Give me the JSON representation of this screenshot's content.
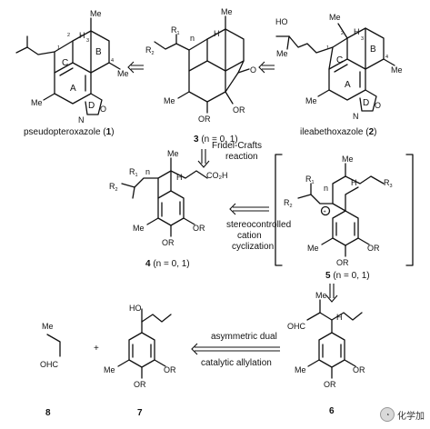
{
  "compounds": {
    "c1": {
      "name": "pseudopteroxazole",
      "number": "1"
    },
    "c2": {
      "name": "ileabethoxazole",
      "number": "2"
    },
    "c3": {
      "number": "3",
      "condition": "(n = 0, 1)"
    },
    "c4": {
      "number": "4",
      "condition": "(n = 0, 1)"
    },
    "c5": {
      "number": "5",
      "condition": "(n = 0, 1)"
    },
    "c6": {
      "number": "6"
    },
    "c7": {
      "number": "7"
    },
    "c8": {
      "number": "8"
    }
  },
  "reactions": {
    "friedel_crafts": [
      "Fridel-Crafts",
      "reaction"
    ],
    "cation": [
      "stereocontrolled",
      "cation",
      "cyclization"
    ],
    "allylation": [
      "asymmetric dual",
      "catalytic allylation"
    ]
  },
  "atoms": {
    "me": "Me",
    "h": "H",
    "n": "N",
    "o": "O",
    "or": "OR",
    "ho": "HO",
    "ohc": "OHC",
    "co2h": "CO₂H",
    "r1": "R",
    "r2": "R",
    "r3": "R",
    "sub1": "1",
    "sub2": "2",
    "sub3": "3",
    "plus": "+",
    "cation": "+",
    "n_ring": "n"
  },
  "ring_labels": {
    "a": "A",
    "b": "B",
    "c": "C",
    "d": "D"
  },
  "locants": {
    "l1": "1",
    "l2": "2",
    "l3": "3",
    "l4": "4"
  },
  "watermark": {
    "text": "化学加",
    "icon": "chat-bubble-icon"
  }
}
